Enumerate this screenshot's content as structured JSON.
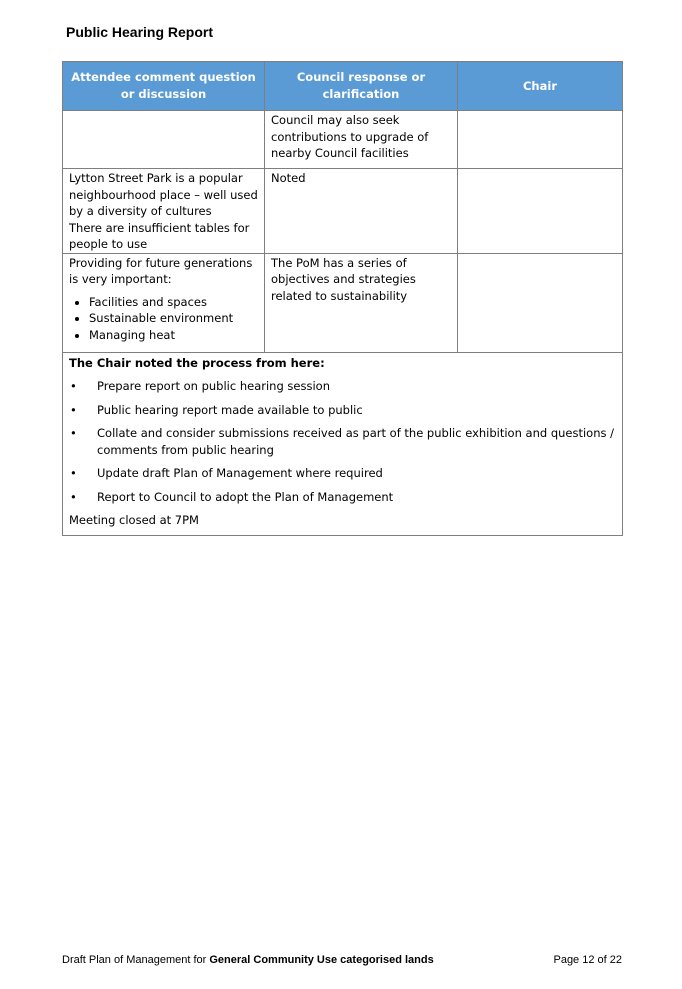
{
  "header": {
    "title": "Public Hearing Report"
  },
  "table": {
    "columns": [
      "Attendee comment question or discussion",
      "Council response or clarification",
      "Chair"
    ],
    "rows": [
      {
        "attendee": "",
        "response": "Council may also seek contributions to upgrade of nearby Council facilities",
        "chair": ""
      },
      {
        "attendee": "Lytton Street Park is a popular neighbourhood place – well used by a diversity of cultures\nThere are insufficient tables for people to use",
        "response": "Noted",
        "chair": ""
      },
      {
        "attendee": "Providing for future generations is very important:",
        "attendee_bullets": [
          "Facilities and spaces",
          "Sustainable environment",
          "Managing heat"
        ],
        "response": "The PoM has a series of objectives and strategies related to sustainability",
        "chair": ""
      }
    ],
    "summary": {
      "heading": "The Chair noted the process from here:",
      "bullet_symbol": "•",
      "items": [
        "Prepare report on public hearing session",
        "Public hearing report made available to public",
        "Collate and consider submissions received as part of the public exhibition and questions / comments from public hearing",
        "Update draft Plan of Management where required",
        "Report to Council to adopt the Plan of Management"
      ],
      "closing": "Meeting closed at 7PM"
    }
  },
  "footer": {
    "prefix": "Draft Plan of Management for ",
    "bold_part": "General Community Use categorised lands",
    "page": "Page 12 of 22"
  },
  "colors": {
    "header_bg": "#5b9bd5",
    "header_text": "#ffffff",
    "border": "#7f7f7f"
  }
}
